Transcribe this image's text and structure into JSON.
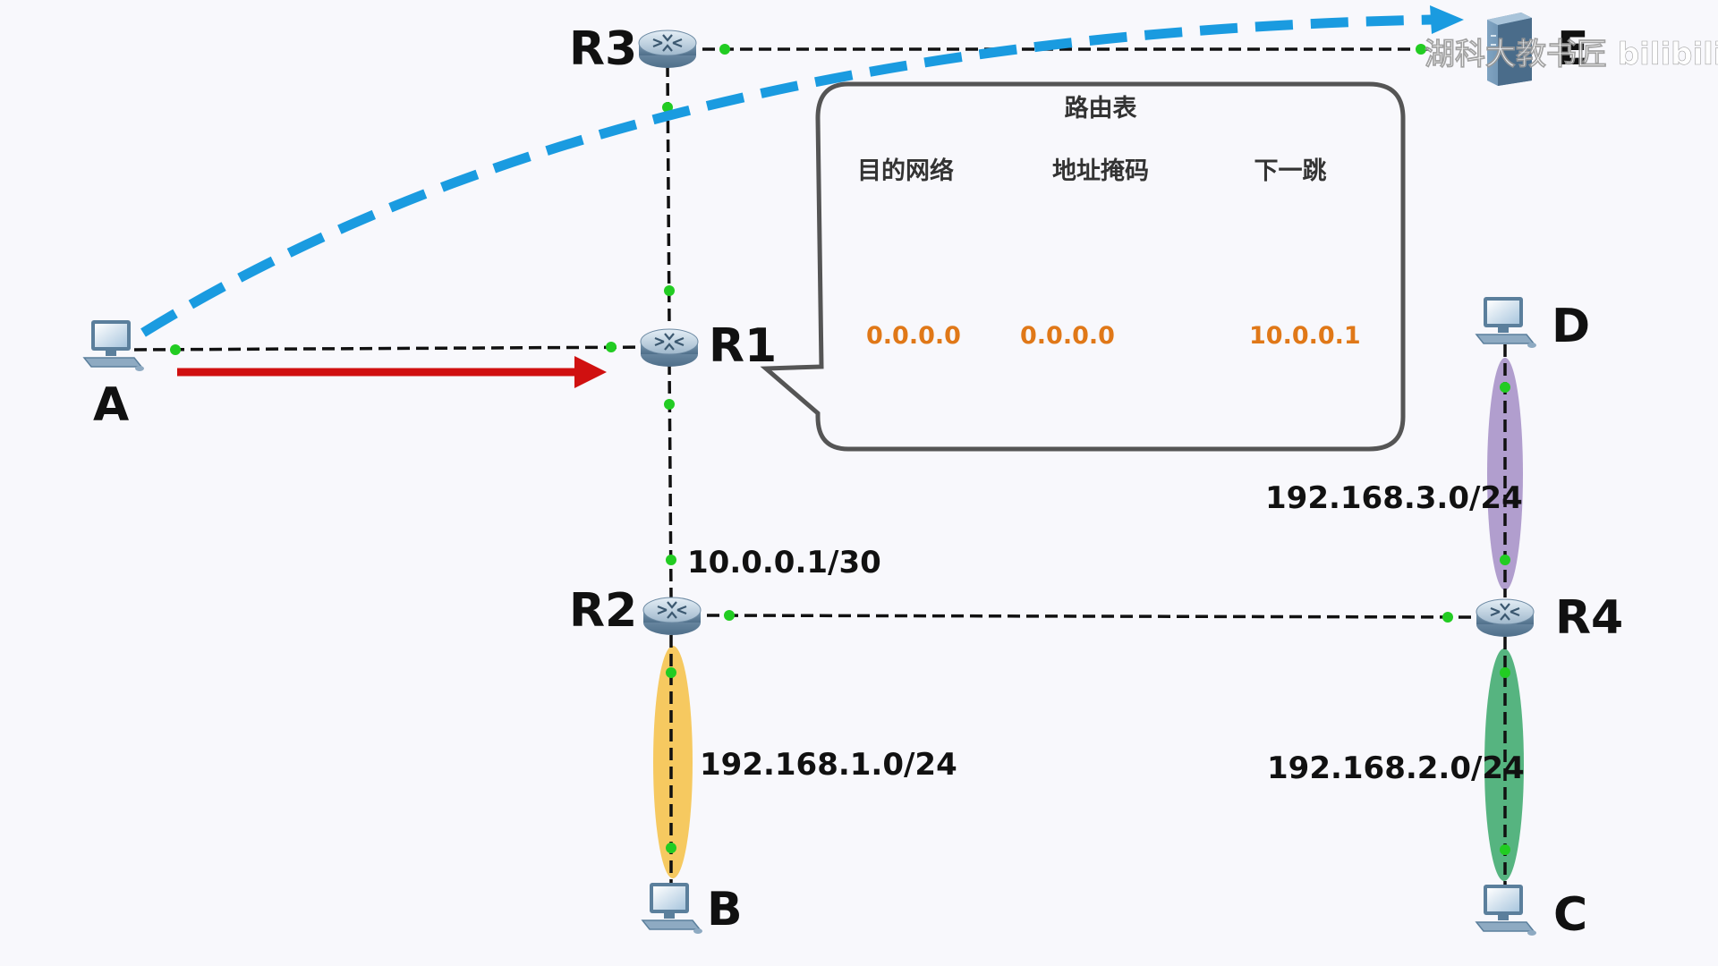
{
  "nodes": {
    "A": "A",
    "B": "B",
    "C": "C",
    "D": "D",
    "E": "E",
    "R1": "R1",
    "R2": "R2",
    "R3": "R3",
    "R4": "R4"
  },
  "links": {
    "r2_uplink_ip": "10.0.0.1/30",
    "net_b": "192.168.1.0/24",
    "net_c": "192.168.2.0/24",
    "net_d": "192.168.3.0/24"
  },
  "routing_table": {
    "title": "路由表",
    "headers": [
      "目的网络",
      "地址掩码",
      "下一跳"
    ],
    "rows": [
      [
        "0.0.0.0",
        "0.0.0.0",
        "10.0.0.1"
      ]
    ]
  },
  "watermark": "湖科大教书匠 bilibili",
  "colors": {
    "link": "#111111",
    "port": "#22cc22",
    "red_arrow": "#d01010",
    "blue_path": "#1a9be0",
    "table_value": "#e07818",
    "ellipse_b": "#f5c24a",
    "ellipse_c": "#3aa86a",
    "ellipse_d": "#a58ec5"
  },
  "icons": {
    "router": "router-icon",
    "pc": "pc-icon",
    "server": "server-icon"
  }
}
